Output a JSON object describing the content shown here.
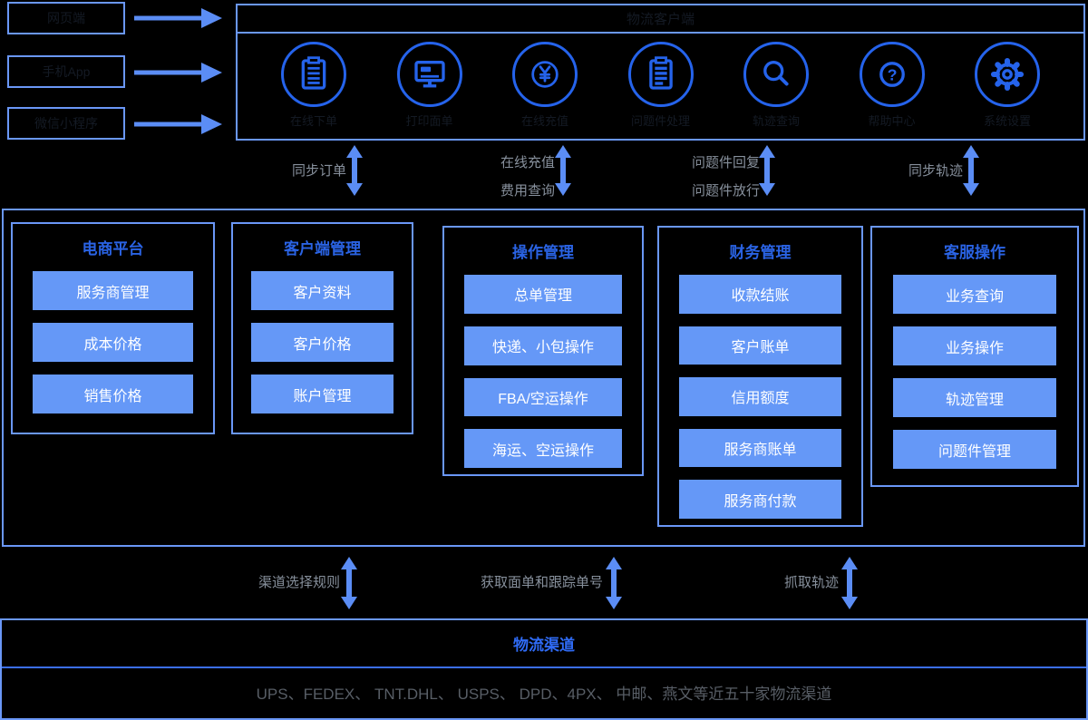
{
  "colors": {
    "border_blue": "#6A97F7",
    "icon_blue": "#2563EB",
    "arrow_blue": "#5B8DF5",
    "chip_blue": "#6598F7",
    "title_blue": "#2A63E4",
    "channel_title_blue": "#2F6BF5",
    "label_gray": "#87909C",
    "channels_text_gray": "#585E66",
    "dark_text": "#141a24"
  },
  "sources": [
    {
      "label": "网页端"
    },
    {
      "label": "手机App"
    },
    {
      "label": "微信小程序"
    }
  ],
  "client_portal": {
    "title": "物流客户端",
    "functions": [
      {
        "label": "在线下单",
        "icon": "order-form-icon"
      },
      {
        "label": "打印面单",
        "icon": "monitor-icon"
      },
      {
        "label": "在线充值",
        "icon": "yuan-icon"
      },
      {
        "label": "问题件处理",
        "icon": "problem-ticket-icon"
      },
      {
        "label": "轨迹查询",
        "icon": "search-icon"
      },
      {
        "label": "帮助中心",
        "icon": "question-icon"
      },
      {
        "label": "系统设置",
        "icon": "gear-icon"
      }
    ]
  },
  "top_links": [
    {
      "lines": [
        "同步订单"
      ]
    },
    {
      "lines": [
        "在线充值",
        "费用查询"
      ]
    },
    {
      "lines": [
        "问题件回复",
        "问题件放行"
      ]
    },
    {
      "lines": [
        "同步轨迹"
      ]
    }
  ],
  "modules": [
    {
      "title": "电商平台",
      "items": [
        "服务商管理",
        "成本价格",
        "销售价格"
      ]
    },
    {
      "title": "客户端管理",
      "items": [
        "客户资料",
        "客户价格",
        "账户管理"
      ]
    },
    {
      "title": "操作管理",
      "items": [
        "总单管理",
        "快递、小包操作",
        "FBA/空运操作",
        "海运、空运操作"
      ]
    },
    {
      "title": "财务管理",
      "items": [
        "收款结账",
        "客户账单",
        "信用额度",
        "服务商账单",
        "服务商付款"
      ]
    },
    {
      "title": "客服操作",
      "items": [
        "业务查询",
        "业务操作",
        "轨迹管理",
        "问题件管理"
      ]
    }
  ],
  "bottom_links": [
    {
      "label": "渠道选择规则"
    },
    {
      "label": "获取面单和跟踪单号"
    },
    {
      "label": "抓取轨迹"
    }
  ],
  "channels": {
    "title": "物流渠道",
    "list": "UPS、FEDEX、 TNT.DHL、 USPS、 DPD、4PX、 中邮、燕文等近五十家物流渠道"
  }
}
